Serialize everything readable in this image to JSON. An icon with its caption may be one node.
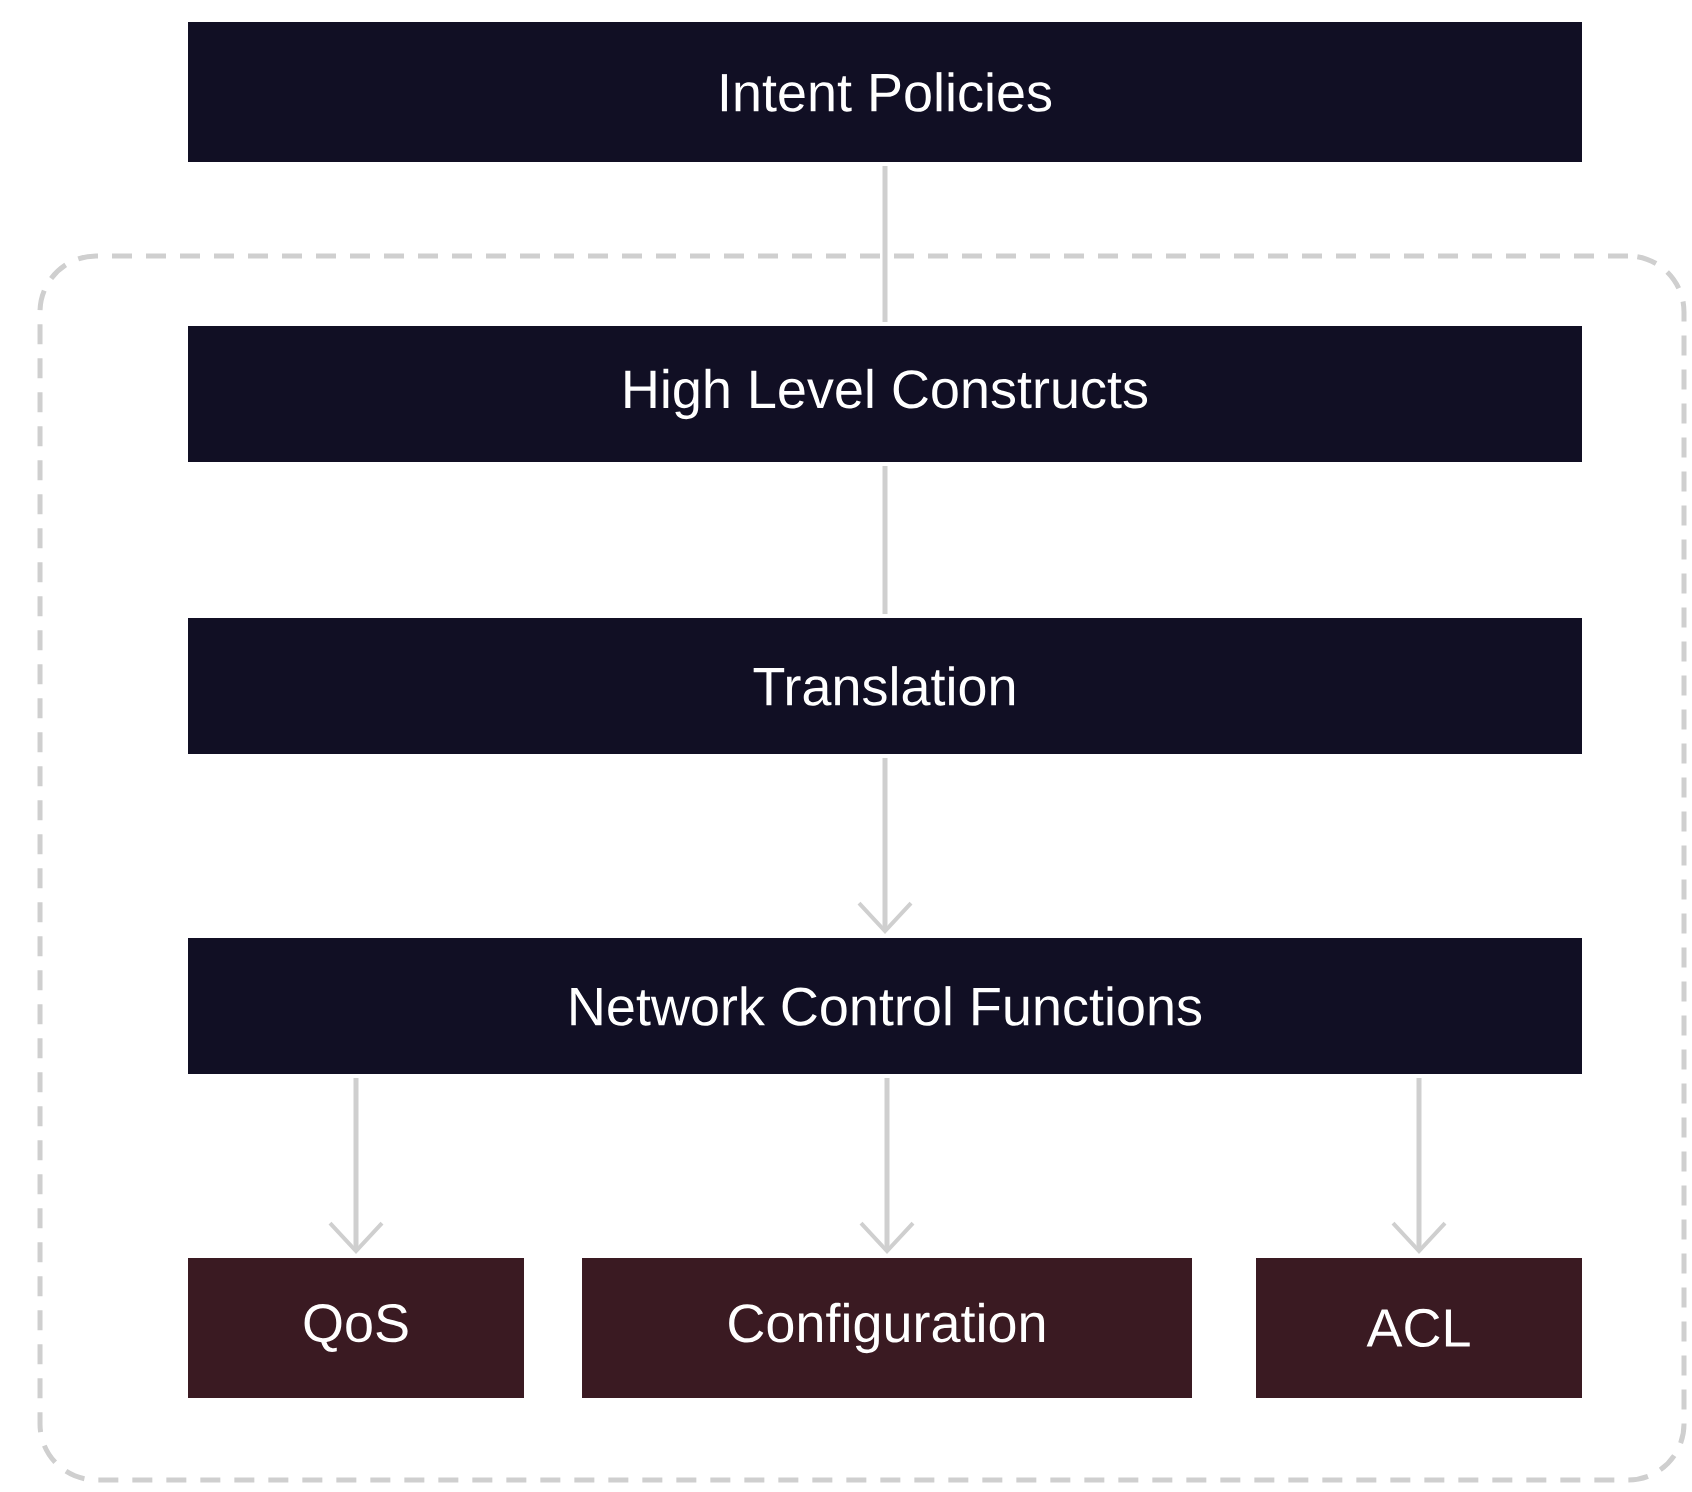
{
  "diagram": {
    "nodes": [
      {
        "text": [
          "Intent Policies"
        ]
      },
      {
        "text": [],
        "shape": "box"
      },
      {
        "text": [
          "High Level Constructs"
        ],
        "in": 1
      },
      {
        "text": [
          "Translation"
        ],
        "in": 1
      },
      {
        "text": [
          "Network Control Functions"
        ],
        "in": 1
      },
      {
        "text": [
          "QoS"
        ],
        "in": 1
      },
      {
        "text": [
          "Configuration"
        ],
        "in": 1
      },
      {
        "text": [
          "ACL"
        ],
        "in": 1
      }
    ],
    "edges": [
      {
        "from": 0,
        "to": 2,
        "arrow": "none"
      },
      {
        "from": 2,
        "to": 3,
        "arrow": "none"
      },
      {
        "from": 3,
        "to": 4,
        "arrow": "to"
      },
      {
        "from": 4,
        "to": 5,
        "arrow": "to"
      },
      {
        "from": 4,
        "to": 6,
        "arrow": "to"
      },
      {
        "from": 4,
        "to": 7,
        "arrow": "to"
      }
    ]
  }
}
